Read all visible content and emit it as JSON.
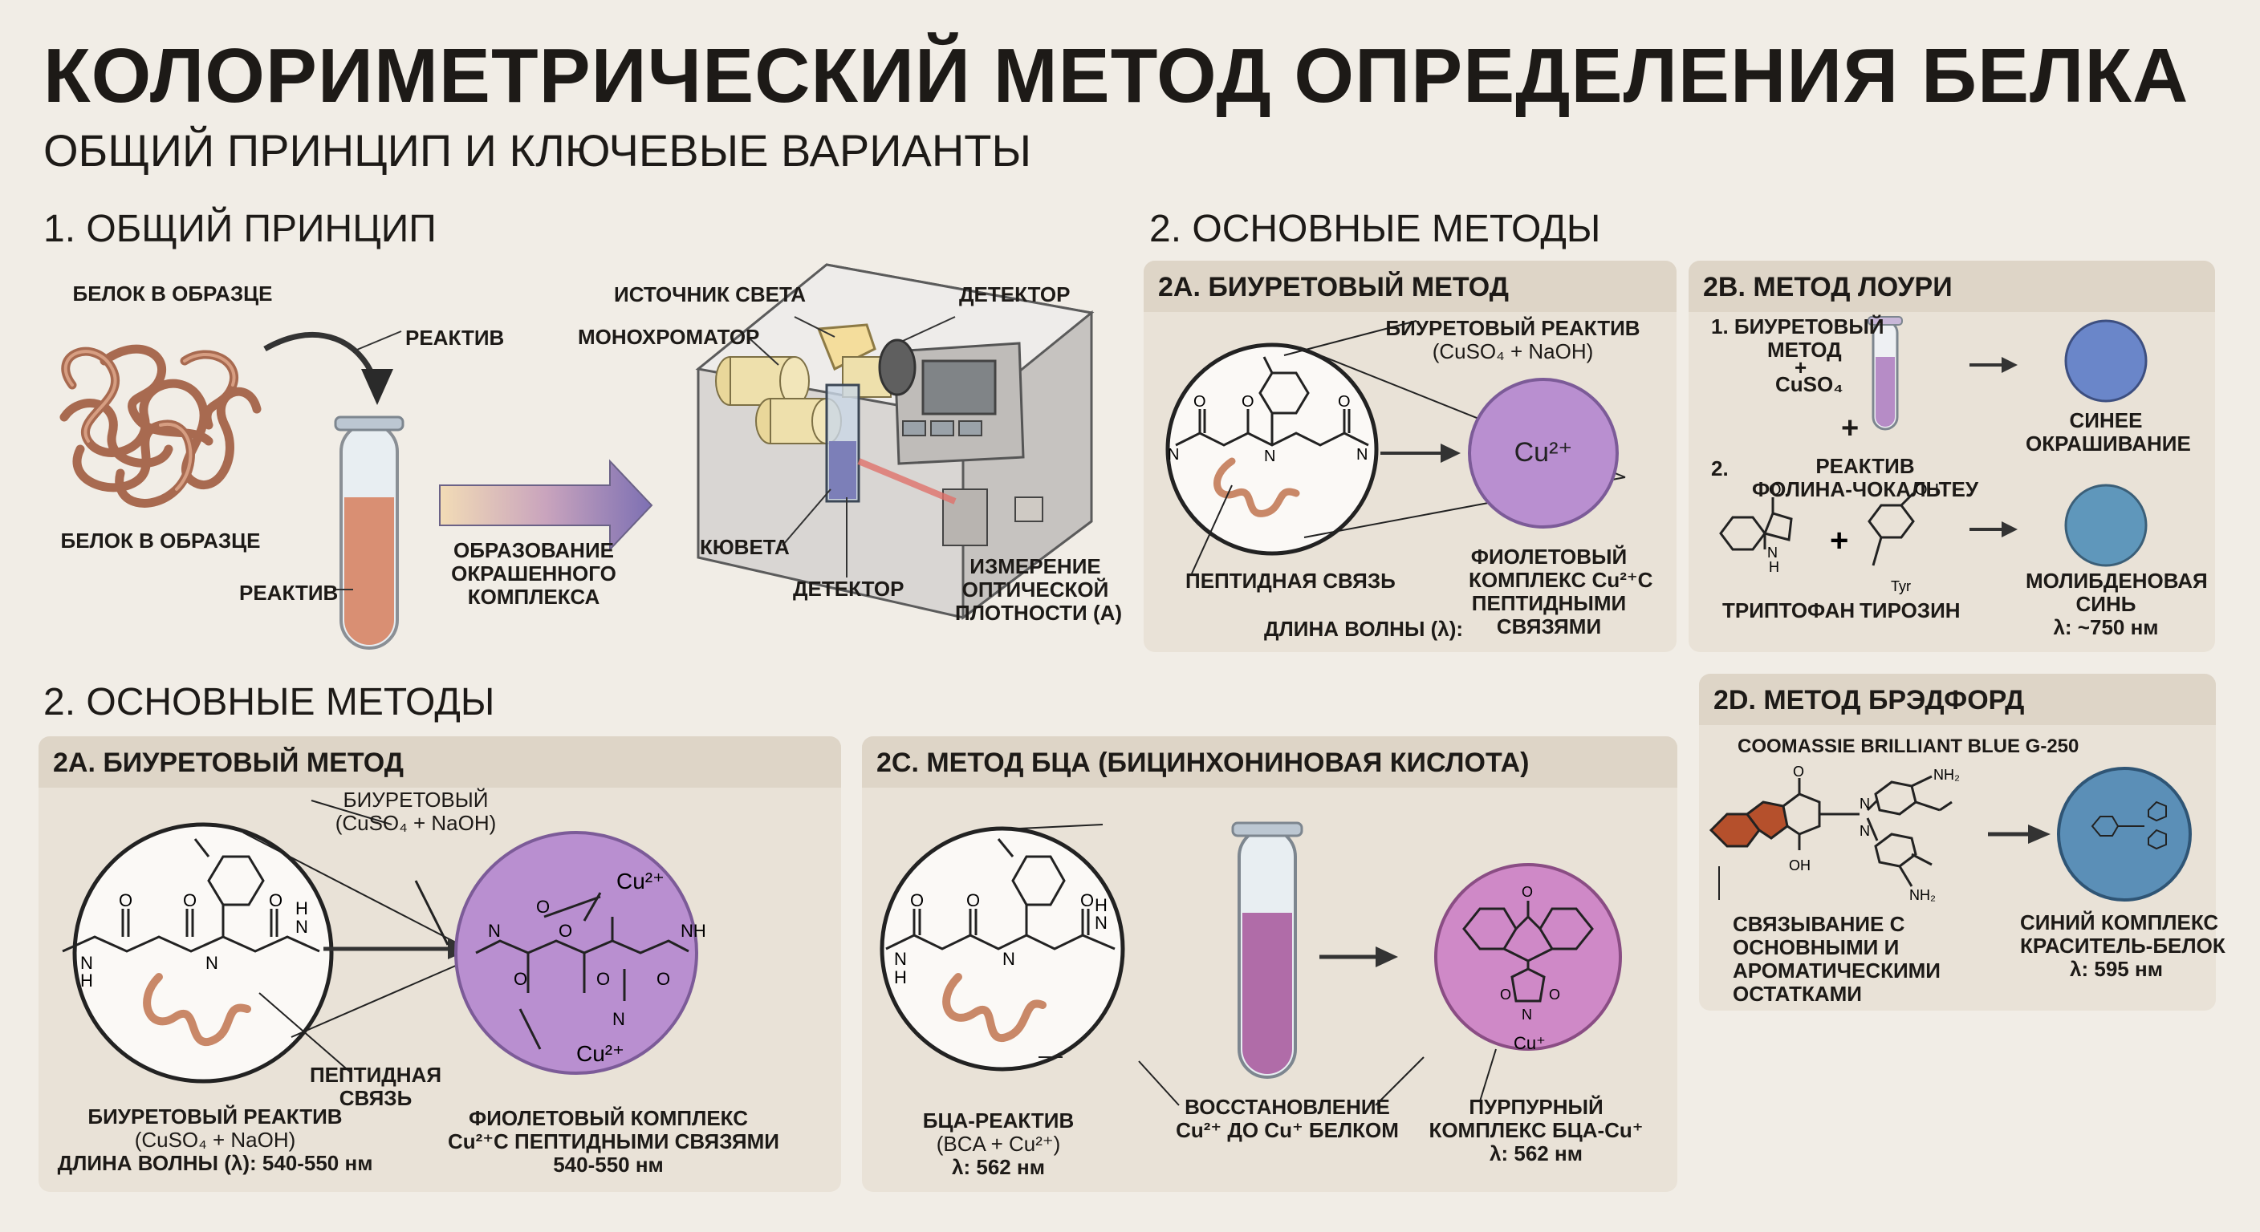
{
  "header": {
    "title": "КОЛОРИМЕТРИЧЕСКИЙ МЕТОД ОПРЕДЕЛЕНИЯ БЕЛКА",
    "subtitle": "ОБЩИЙ ПРИНЦИП И КЛЮЧЕВЫЕ ВАРИАНТЫ"
  },
  "principle": {
    "heading": "1. ОБЩИЙ ПРИНЦИП",
    "protein_top": "БЕЛОК В ОБРАЗЦЕ",
    "reagent_top": "РЕАКТИВ",
    "protein_bottom": "БЕЛОК В ОБРАЗЦЕ",
    "reagent_bottom": "РЕАКТИВ",
    "arrow_label": [
      "ОБРАЗОВАНИЕ",
      "ОКРАШЕННОГО",
      "КОМПЛЕКСА"
    ],
    "light_source": "ИСТОЧНИК СВЕТА",
    "detector_top": "ДЕТЕКТОР",
    "monochromator": "МОНОХРОМАТОР",
    "cuvette": "КЮВЕТА",
    "detector_bottom": "ДЕТЕКТОР",
    "measurement": [
      "ИЗМЕРЕНИЕ",
      "ОПТИЧЕСКОЙ",
      "ПЛОТНОСТИ (А)"
    ]
  },
  "methods_top": {
    "heading": "2. ОСНОВНЫЕ МЕТОДЫ",
    "biuret": {
      "title": "2А. БИУРЕТОВЫЙ МЕТОД",
      "reagent": [
        "БИУРЕТОВЫЙ РЕАКТИВ",
        "(CuSO₄ + NaOH)"
      ],
      "ion": "Cu²⁺",
      "peptide_bond": "ПЕПТИДНАЯ СВЯЗЬ",
      "wavelength": "ДЛИНА ВОЛНЫ (λ):",
      "complex": [
        "ФИОЛЕТОВЫЙ",
        "КОМПЛЕКС Cu²⁺С",
        "ПЕПТИДНЫМИ",
        "СВЯЗЯМИ"
      ]
    },
    "lowry": {
      "title": "2В. МЕТОД ЛОУРИ",
      "step1": [
        "1. БИУРЕТОВЫЙ",
        "МЕТОД",
        "+",
        "CuSO₄"
      ],
      "plus": "+",
      "step2_num": "2.",
      "step2": [
        "РЕАКТИВ",
        "ФОЛИНА-ЧОКАЛЬТЕУ"
      ],
      "blue": [
        "СИНЕЕ",
        "ОКРАШИВАНИЕ"
      ],
      "tryptophan": "ТРИПТОФАН",
      "tyrosine": "ТИРОЗИН",
      "tyr": "Tyr",
      "molybdenum": [
        "МОЛИБДЕНОВАЯ",
        "СИНЬ"
      ],
      "lambda": "λ: ~750 нм"
    }
  },
  "methods_bottom": {
    "heading": "2. ОСНОВНЫЕ МЕТОДЫ",
    "biuret": {
      "title": "2А. БИУРЕТОВЫЙ МЕТОД",
      "reagent_top": [
        "БИУРЕТОВЫЙ",
        "(CuSO₄ + NaOH)"
      ],
      "cu_top": "Cu²⁺",
      "cu_bottom": "Cu²⁺",
      "peptide": [
        "ПЕПТИДНАЯ",
        "СВЯЗЬ"
      ],
      "reagent_bottom": [
        "БИУРЕТОВЫЙ РЕАКТИВ",
        "(CuSO₄ + NaOH)",
        "ДЛИНА ВОЛНЫ (λ): 540-550 нм"
      ],
      "complex": [
        "ФИОЛЕТОВЫЙ КОМПЛЕКС",
        "Cu²⁺С ПЕПТИДНЫМИ СВЯЗЯМИ",
        "540-550 нм"
      ]
    },
    "bca": {
      "title": "2С. МЕТОД БЦА (БИЦИНХОНИНОВАЯ КИСЛОТА)",
      "reagent": [
        "БЦА-РЕАКТИВ",
        "(BCA + Cu²⁺)",
        "λ: 562 нм"
      ],
      "reduction": [
        "ВОССТАНОВЛЕНИЕ",
        "Cu²⁺ ДО Cu⁺ БЕЛКОМ"
      ],
      "complex": [
        "ПУРПУРНЫЙ",
        "КОМПЛЕКС БЦА-Cu⁺",
        "λ: 562 нм"
      ],
      "cu": "Cu⁺"
    },
    "bradford": {
      "title": "2D. МЕТОД БРЭДФОРД",
      "dye": "COOMASSIE BRILLIANT BLUE G-250",
      "binding": [
        "СВЯЗЫВАНИЕ С",
        "ОСНОВНЫМИ И",
        "АРОМАТИЧЕСКИМИ",
        "ОСТАТКАМИ"
      ],
      "complex": [
        "СИНИЙ КОМПЛЕКС",
        "КРАСИТЕЛЬ-БЕЛОК",
        "λ: 595 нм"
      ]
    }
  },
  "chem": {
    "O": "O",
    "N": "N",
    "H": "H",
    "NH": "NH",
    "OH": "OH",
    "NH2": "NH₂"
  },
  "colors": {
    "background": "#f1ede6",
    "panel": "#e9e2d7",
    "panel_header": "#ded5c7",
    "violet": "#b98fd0",
    "purple": "#cf89c7",
    "blue": "#6a86c9",
    "teal_blue": "#5f97bb",
    "steel_blue": "#5b8fb7",
    "protein": "#c98868",
    "solution": "#d98f73"
  }
}
